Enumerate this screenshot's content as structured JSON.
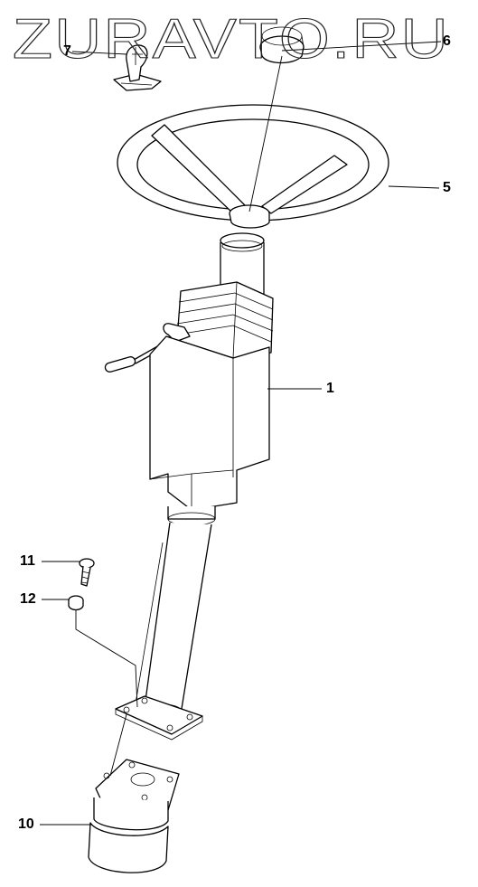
{
  "watermark": {
    "text": "ZURAVTO.RU"
  },
  "callouts": [
    {
      "id": "7",
      "label": "7"
    },
    {
      "id": "6",
      "label": "6"
    },
    {
      "id": "5",
      "label": "5"
    },
    {
      "id": "1",
      "label": "1"
    },
    {
      "id": "11",
      "label": "11"
    },
    {
      "id": "12",
      "label": "12"
    },
    {
      "id": "10",
      "label": "10"
    }
  ],
  "colors": {
    "line": "#000000",
    "background": "#ffffff"
  }
}
